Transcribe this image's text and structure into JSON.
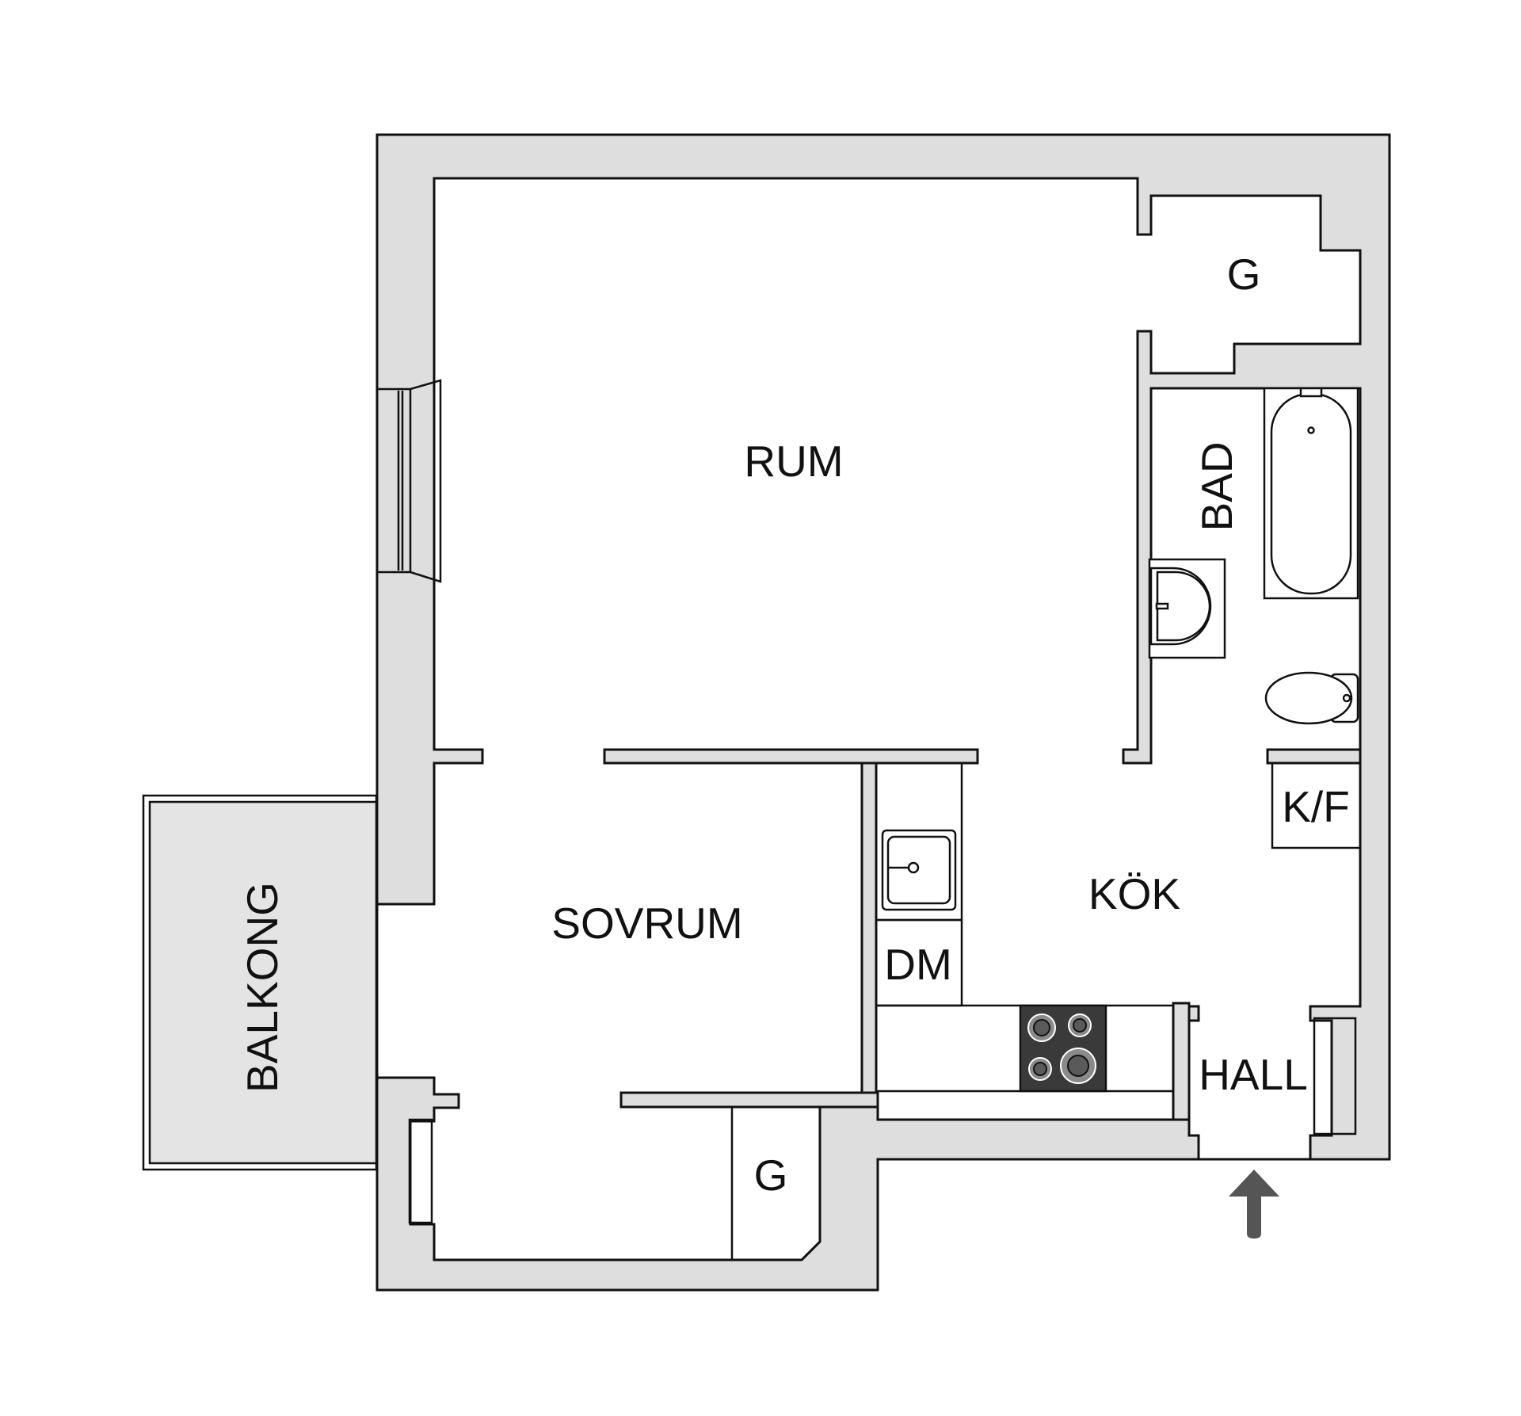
{
  "plan": {
    "colors": {
      "wall": "#dedede",
      "floor": "#ffffff",
      "balcony": "#e4e4e4",
      "cabinet": "#ededed",
      "stove": "#3a3a3a",
      "arrow": "#555555",
      "line": "#111111"
    },
    "rooms": {
      "rum": "RUM",
      "sovrum": "SOVRUM",
      "kok": "KÖK",
      "bad": "BAD",
      "hall": "HALL",
      "balkong": "BALKONG",
      "garderob_top": "G",
      "garderob_bottom": "G",
      "kyl_frys": "K/F",
      "diskmaskin": "DM"
    },
    "icons": {
      "entrance": "entrance-arrow-icon",
      "bathtub": "bathtub-icon",
      "washbasin": "washbasin-icon",
      "toilet": "toilet-icon",
      "sink": "kitchen-sink-icon",
      "stove": "stove-icon",
      "window": "window-icon"
    }
  }
}
